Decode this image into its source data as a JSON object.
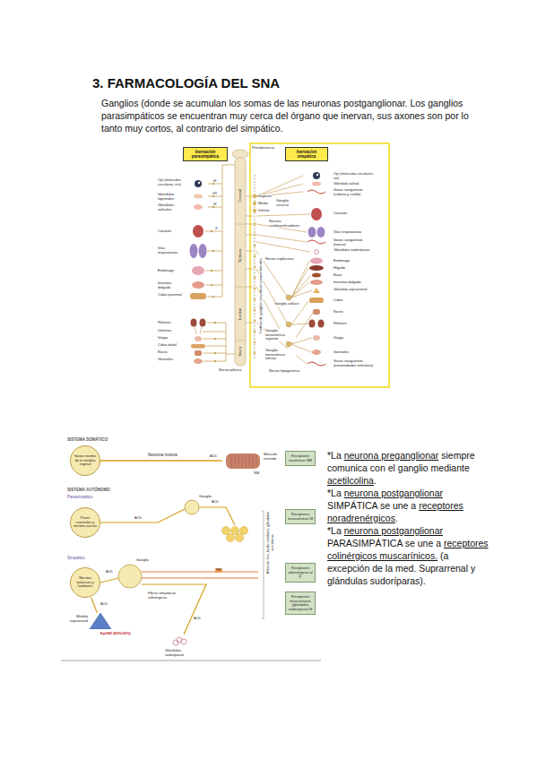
{
  "diagram": {
    "title": "3. FARMACOLOGÍA DEL SNA",
    "nodes": [
      {
        "text": [
          "Inervación parasimpática"
        ]
      },
      {
        "text": [
          "Inervación simpática"
        ]
      },
      {
        "text": [
          "Varios niveles de la médula espinal"
        ]
      },
      {
        "text": [
          "Receptores nicotínicos NM"
        ]
      },
      {
        "text": [
          "Pares craneales y nervios sacros"
        ]
      },
      {
        "text": [
          "Receptores muscarínicos M"
        ]
      },
      {
        "text": [
          "Nervios torácicos y lumbares"
        ]
      },
      {
        "text": [
          "Receptores adrenérgicos α/β"
        ]
      },
      {
        "text": [
          "Receptores muscarínicos (glándulas sudoríparas) M"
        ]
      },
      {
        "text": [
          "Médula suprarrenal"
        ]
      }
    ],
    "edges": [
      {
        "from": 6,
        "to": 9,
        "arrow": "none"
      }
    ],
    "labels": [
      "Ganglios (donde se acumulan los somas de las neuronas postganglionar. Los ganglios parasimpáticos se encuentran muy cerca del órgano que inervan, sus axones son por lo tanto muy cortos, al contrario del simpático.",
      "Protuberancia",
      "Cervical",
      "Torácica",
      "Lumbar",
      "Sacra",
      "III",
      "VII",
      "IX",
      "X",
      "Ojo (músculos circulares, iris)",
      "Glándulas lagrimales",
      "Glándulas salivales",
      "Corazón",
      "Vías respiratorias",
      "Estómago",
      "Intestino delgado",
      "Colon proximal",
      "Riñones",
      "Uréteres",
      "Vejiga",
      "Colon distal",
      "Recto",
      "Genitales",
      "Nervio pélvico",
      "Superior",
      "Medio",
      "Inferior",
      "Ganglio cervical",
      "Nervios cardioaceleradores",
      "Nervio esplácnico",
      "Ganglio celíaco",
      "Ganglio mesentérico superior",
      "Ganglio mesentérico inferior",
      "Nervio hipogástrico",
      "Cadena de ganglios simpáticos paravertebrales",
      "Ojo (músculos circulares, iris)",
      "Glándula salival",
      "Vasos sanguíneos (cabeza y cuello)",
      "Corazón",
      "Vías respiratorias",
      "Vasos sanguíneos (tronco)",
      "Glándulas sudoríparas",
      "Estómago",
      "Hígado",
      "Bazo",
      "Intestino delgado",
      "Glándula suprarrenal",
      "Colon",
      "Recto",
      "Riñones",
      "Vejiga",
      "Genitales",
      "Vasos sanguíneos (extremidades inferiores)",
      "SISTEMA SOMÁTICO",
      "Neurona motora",
      "ACh",
      "Músculo estriado",
      "NM",
      "SISTEMA AUTÓNOMO",
      "Parasimpático",
      "ACh",
      "Ganglio",
      "ACh",
      "Músculo liso, tejido cardíaco, glándulas secretoras",
      "Simpático",
      "Ganglio",
      "ACh",
      "NE",
      "Fibras simpáticas colinérgicas",
      "ACh",
      "ACh",
      "Epi/NE (80%/20%)",
      "Glándulas sudoríparas",
      "*La neurona preganglionar siempre comunica con el ganglio mediante acetilcolina.",
      "*La neurona postganglionar SIMPÁTICA se une a receptores noradrenérgicos.",
      "*La neurona postganglionar PARASIMPÁTICA se une a receptores colinérgicos muscarínicos. (a excepción de la med. Suprarrenal y glándulas sudoríparas)."
    ]
  }
}
